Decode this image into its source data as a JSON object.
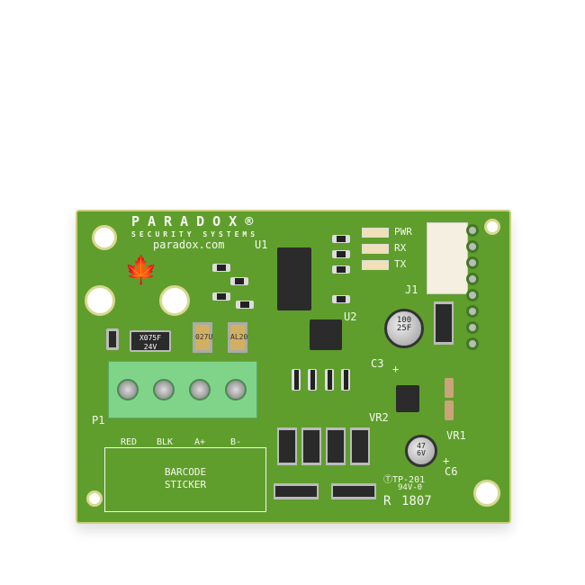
{
  "brand": {
    "name": "PARADOX®",
    "tagline": "SECURITY SYSTEMS",
    "url": "paradox.com"
  },
  "designators": {
    "u1": "U1",
    "u2": "U2",
    "j1": "J1",
    "c3": "C3",
    "c6": "C6",
    "vr1": "VR1",
    "vr2": "VR2",
    "p1": "P1",
    "plus1": "+",
    "plus2": "+"
  },
  "leds": [
    "PWR",
    "RX",
    "TX"
  ],
  "terminals": [
    "RED",
    "BLK",
    "A+",
    "B-"
  ],
  "barcode": {
    "line1": "BARCODE",
    "line2": "STICKER"
  },
  "components": {
    "fuse_line1": "X075F",
    "fuse_line2": "24V",
    "tant1": "027U",
    "tant2": "AL20",
    "c3_line1": "100",
    "c3_line2": "25F",
    "c6_line1": "47",
    "c6_line2": "6V"
  },
  "markings": {
    "tp": "ⓉTP-201",
    "ul": "94V-0",
    "rev": "R",
    "date": "1807"
  },
  "colors": {
    "pcb": "#5f9e2c",
    "silkscreen": "#f4f8ee",
    "terminal": "#7fd48a"
  }
}
